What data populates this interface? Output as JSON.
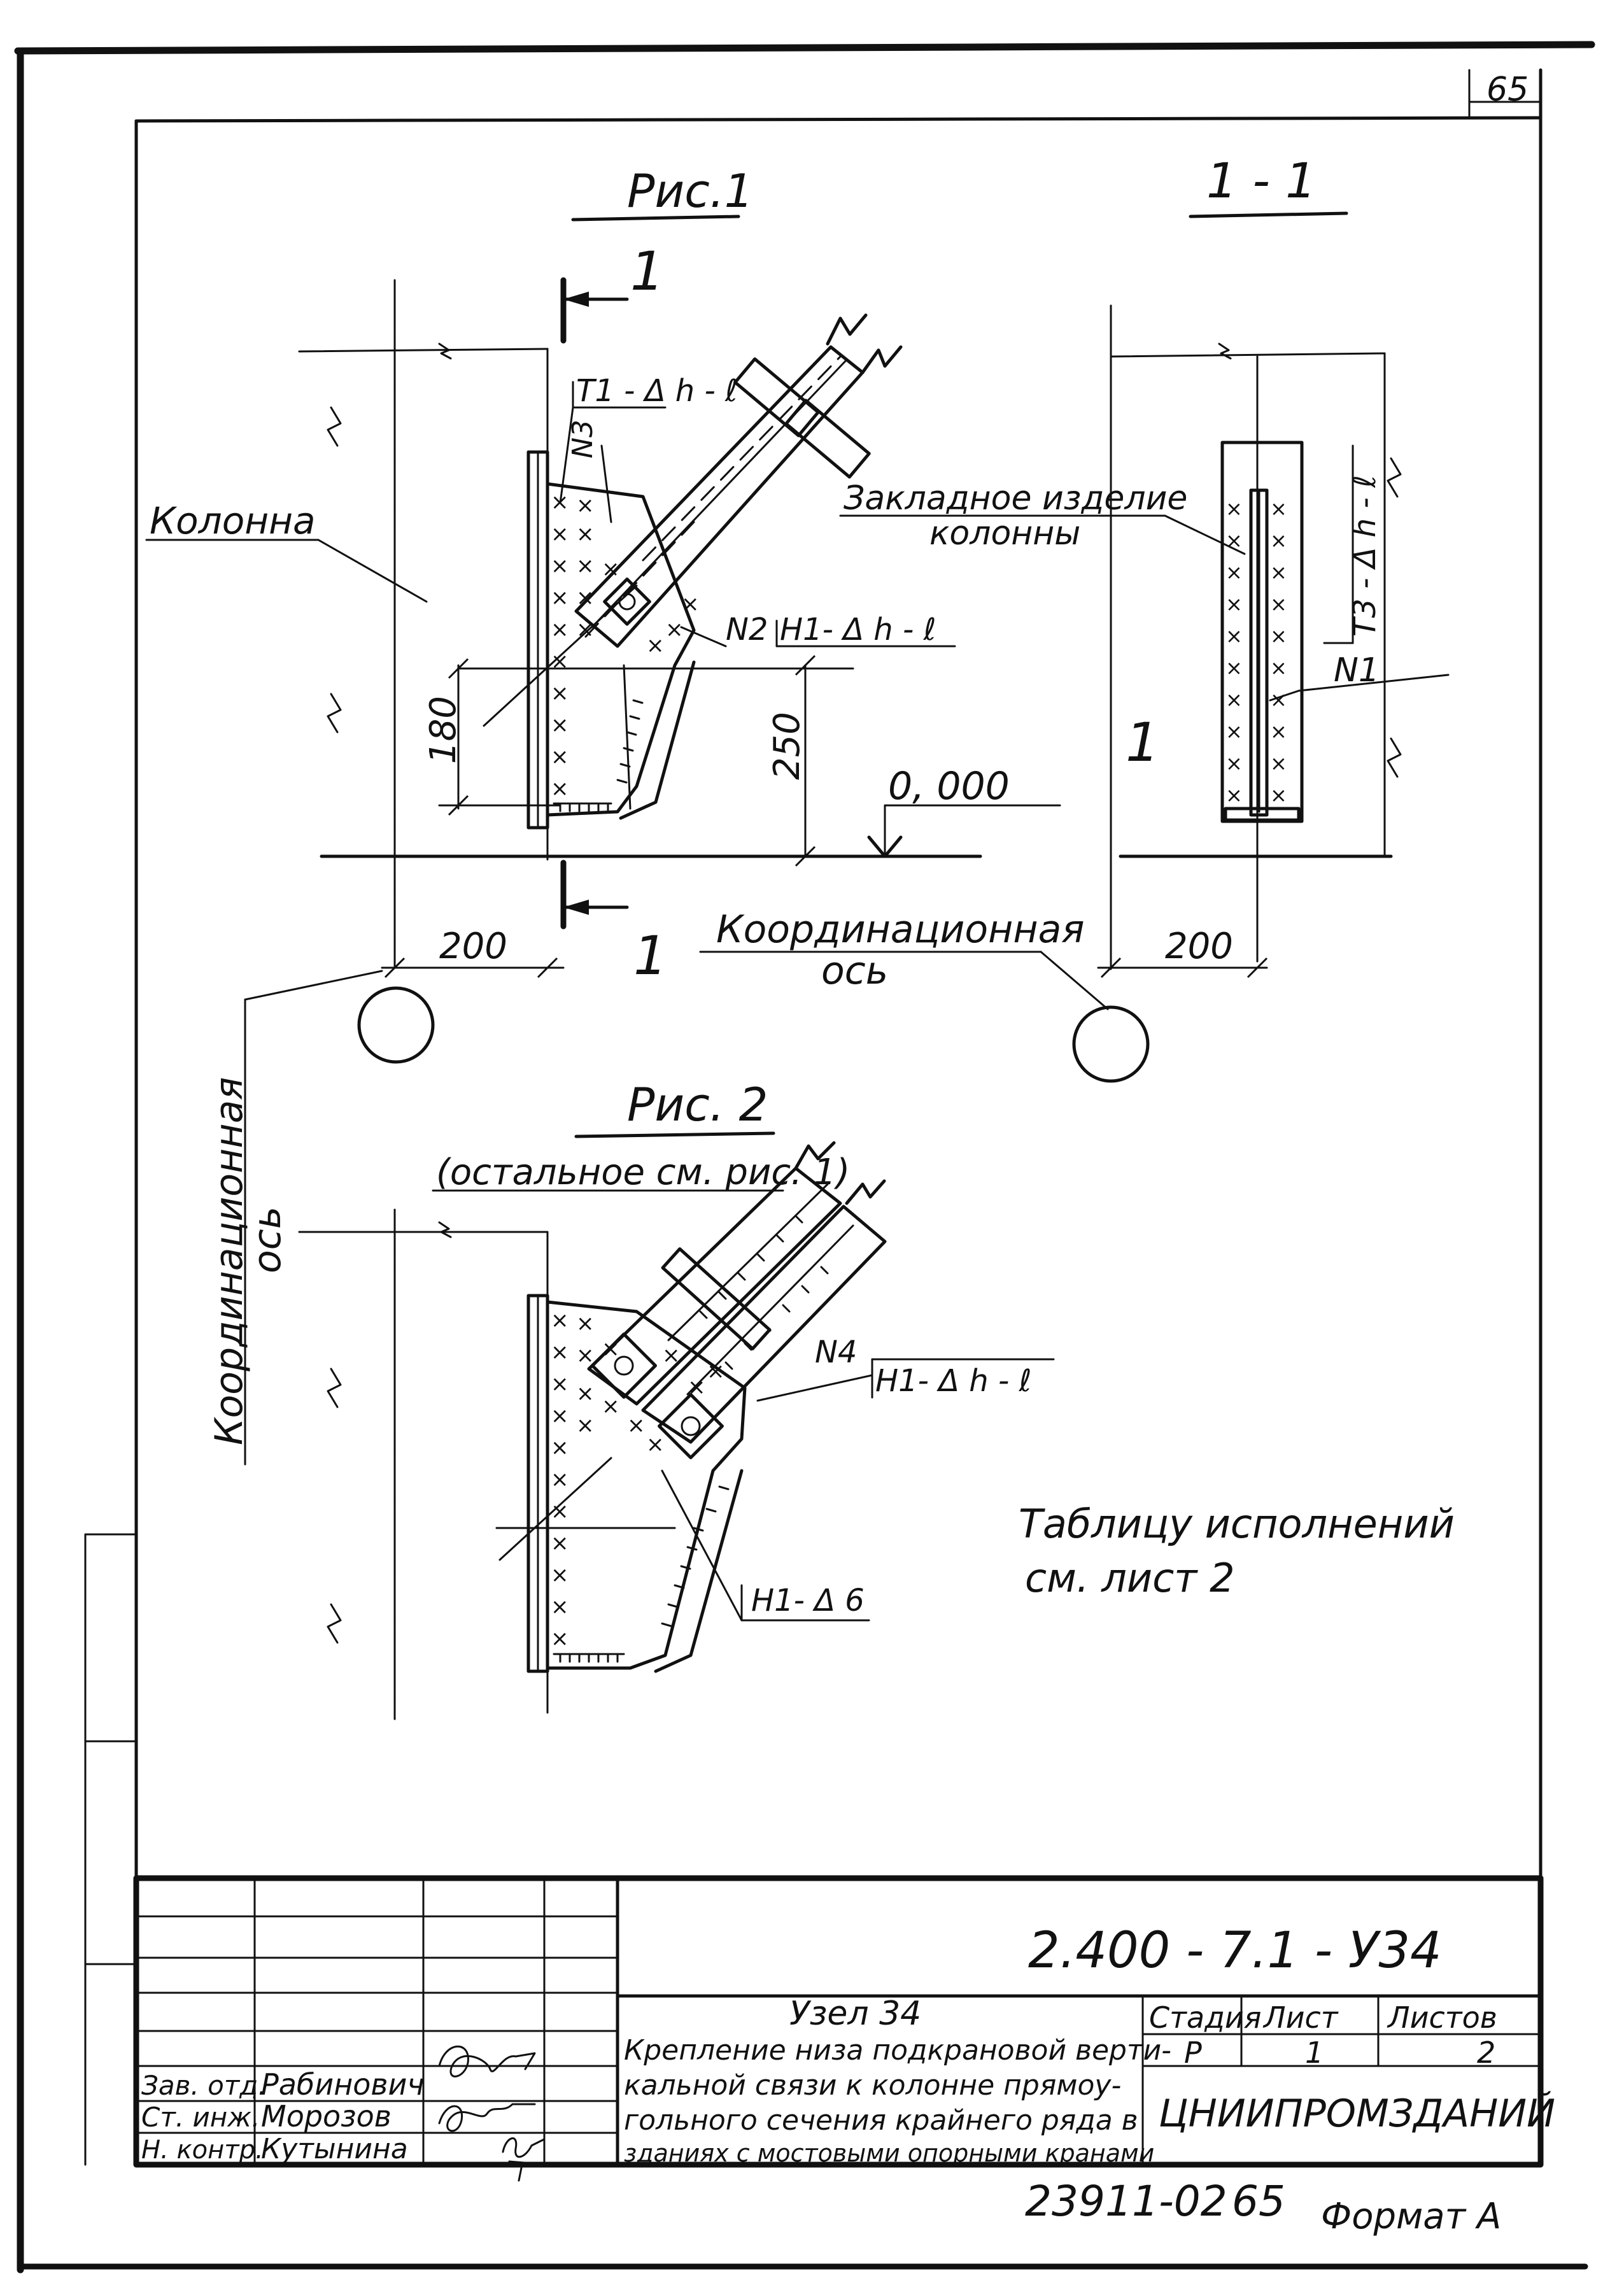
{
  "sheet": {
    "page_number": "65",
    "fig1_title": "Рис.1",
    "section_title": "1 - 1",
    "section_mark": "1",
    "column_label": "Колонна",
    "embedded_item_label_1": "Закладное изделие",
    "embedded_item_label_2": "колонны",
    "weld_t1": "Т1 - Δ h - ℓ",
    "weld_h1_fig1": "Н1- Δ h - ℓ",
    "weld_t3": "Т3 - Δ h - ℓ",
    "part_n1": "N1",
    "part_n2": "N2",
    "part_n3": "N3",
    "part_n4": "N4",
    "dim_180": "180",
    "dim_250": "250",
    "dim_200_left": "200",
    "dim_200_right": "200",
    "elevation": "0, 000",
    "coord_axis_1": "Координационная",
    "coord_axis_2": "ось",
    "coord_axis_vertical_1": "Координационная",
    "coord_axis_vertical_2": "ось",
    "fig2_title": "Рис. 2",
    "fig2_subtitle": "(остальное см. рис. 1)",
    "weld_h1_fig2": "Н1- Δ h - ℓ",
    "weld_h1_d6": "Н1- Δ 6",
    "table_note_1": "Таблицу исполнений",
    "table_note_2": "см. лист 2"
  },
  "title_block": {
    "doc_code": "2.400 - 7.1 - У34",
    "node_title": "Узел 34",
    "description_lines": [
      "Крепление низа подкрановой верти-",
      "кальной связи к колонне прямоу-",
      "гольного сечения крайнего ряда в",
      "зданиях с мостовыми опорными кранами"
    ],
    "stage_header": "Стадия",
    "sheet_header": "Лист",
    "sheets_header": "Листов",
    "stage_value": "Р",
    "sheet_value": "1",
    "sheets_value": "2",
    "organization": "ЦНИИПРОМЗДАНИЙ",
    "signatures": [
      {
        "role": "Зав. отд.",
        "name": "Рабинович"
      },
      {
        "role": "Ст. инж.",
        "name": "Морозов"
      },
      {
        "role": "Н. контр.",
        "name": "Кутынина"
      }
    ]
  },
  "footer": {
    "inventory_number": "23911-02",
    "sheet_code": "65",
    "format_label": "Формат А"
  }
}
